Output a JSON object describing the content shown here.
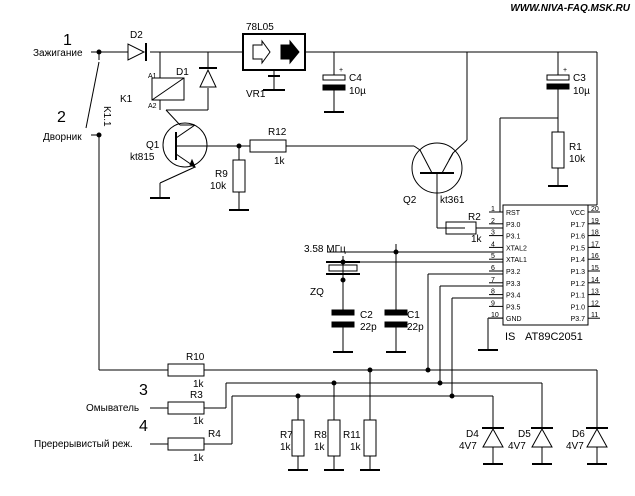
{
  "header": {
    "site": "WWW.NIVA-FAQ.MSK.RU"
  },
  "inputs": {
    "n1": "1",
    "l1": "Зажигание",
    "n2": "2",
    "l2": "Дворник",
    "n3": "3",
    "l3": "Омыватель",
    "n4": "4",
    "l4": "Пререрывистый реж."
  },
  "parts": {
    "D2": "D2",
    "D1": "D1",
    "VR1": "VR1",
    "VR1_type": "78L05",
    "C4": "C4",
    "C4_val": "10µ",
    "C3": "C3",
    "C3_val": "10µ",
    "K1": "K1",
    "K1_contact": "K1.1",
    "A1": "A1",
    "A2": "A2",
    "Q1": "Q1",
    "Q1_type": "kt815",
    "Q2": "Q2",
    "Q2_type": "kt361",
    "R1": "R1",
    "R1_val": "10k",
    "R2": "R2",
    "R2_val": "1k",
    "R3": "R3",
    "R3_val": "1k",
    "R4": "R4",
    "R4_val": "1k",
    "R7": "R7",
    "R7_val": "1k",
    "R8": "R8",
    "R8_val": "1k",
    "R9": "R9",
    "R9_val": "10k",
    "R10": "R10",
    "R10_val": "1k",
    "R11": "R11",
    "R11_val": "1k",
    "R12": "R12",
    "R12_val": "1k",
    "C1": "C1",
    "C1_val": "22p",
    "C2": "C2",
    "C2_val": "22p",
    "ZQ": "ZQ",
    "ZQ_freq": "3.58 МГц",
    "D4": "D4",
    "D4_val": "4V7",
    "D5": "D5",
    "D5_val": "4V7",
    "D6": "D6",
    "D6_val": "4V7"
  },
  "ic": {
    "ref": "IS",
    "type": "AT89C2051",
    "left": [
      {
        "num": "1",
        "name": "RST"
      },
      {
        "num": "2",
        "name": "P3.0"
      },
      {
        "num": "3",
        "name": "P3.1"
      },
      {
        "num": "4",
        "name": "XTAL2"
      },
      {
        "num": "5",
        "name": "XTAL1"
      },
      {
        "num": "6",
        "name": "P3.2"
      },
      {
        "num": "7",
        "name": "P3.3"
      },
      {
        "num": "8",
        "name": "P3.4"
      },
      {
        "num": "9",
        "name": "P3.5"
      },
      {
        "num": "10",
        "name": "GND"
      }
    ],
    "right": [
      {
        "num": "20",
        "name": "VCC"
      },
      {
        "num": "19",
        "name": "P1.7"
      },
      {
        "num": "18",
        "name": "P1.6"
      },
      {
        "num": "17",
        "name": "P1.5"
      },
      {
        "num": "16",
        "name": "P1.4"
      },
      {
        "num": "15",
        "name": "P1.3"
      },
      {
        "num": "14",
        "name": "P1.2"
      },
      {
        "num": "13",
        "name": "P1.1"
      },
      {
        "num": "12",
        "name": "P1.0"
      },
      {
        "num": "11",
        "name": "P3.7"
      }
    ]
  }
}
